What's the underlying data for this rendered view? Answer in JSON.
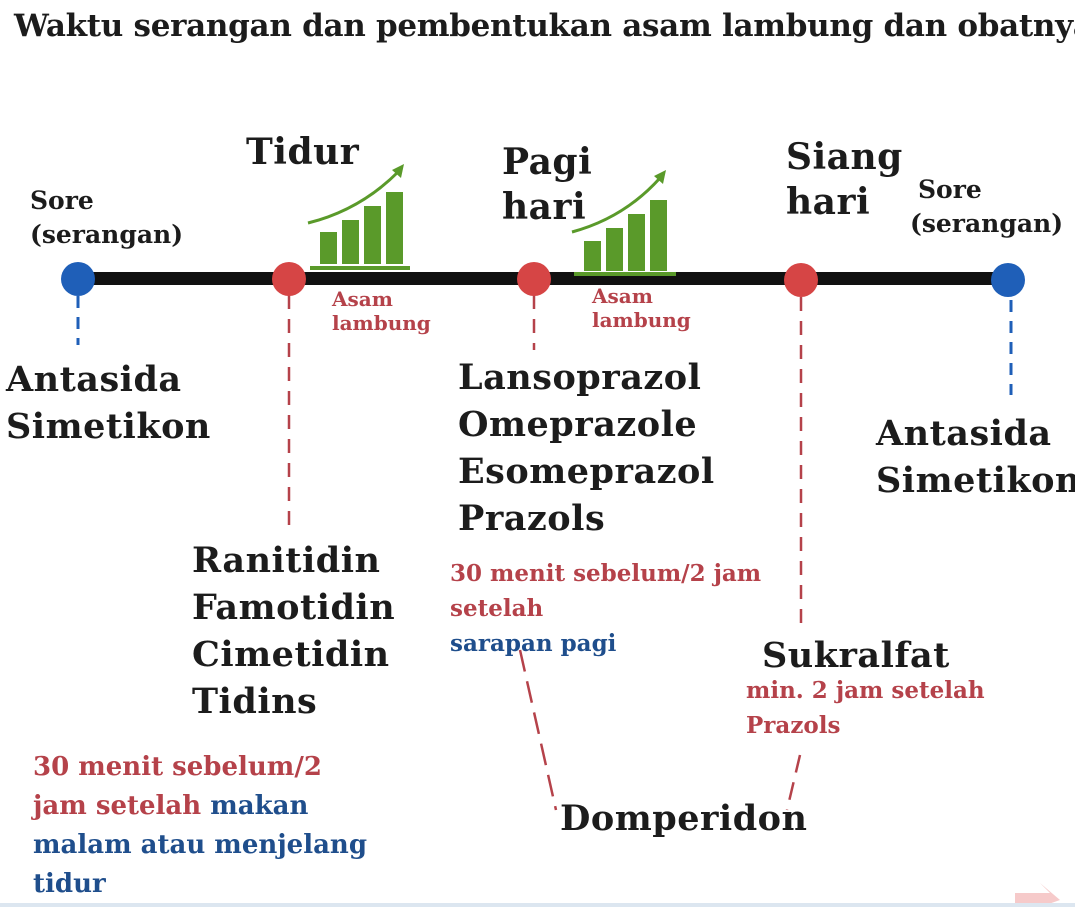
{
  "title": "Waktu serangan dan pembentukan asam lambung dan obatnya",
  "timeline": {
    "points": [
      {
        "label_line1": "Sore",
        "label_line2": "(serangan)",
        "color": "#1f5fb8"
      },
      {
        "label_line1": "Tidur",
        "label_line2": "",
        "color": "#d64545"
      },
      {
        "label_line1": "Pagi",
        "label_line2": "hari",
        "color": "#d64545"
      },
      {
        "label_line1": "Siang",
        "label_line2": "hari",
        "color": "#d64545"
      },
      {
        "label_line1": "Sore",
        "label_line2": "(serangan)",
        "color": "#1f5fb8"
      }
    ],
    "acid_label_line1": "Asam",
    "acid_label_line2": "lambung"
  },
  "groups": {
    "antacid_left": [
      "Antasida",
      "Simetikon"
    ],
    "antacid_right": [
      "Antasida",
      "Simetikon"
    ],
    "h2_blockers": [
      "Ranitidin",
      "Famotidin",
      "Cimetidin",
      "Tidins"
    ],
    "ppi": [
      "Lansoprazol",
      "Omeprazole",
      "Esomeprazol",
      "Prazols"
    ],
    "sucralfate": "Sukralfat",
    "domperidone": "Domperidon"
  },
  "notes": {
    "h2": {
      "line1": "30 menit sebelum/2",
      "line2_red": "jam setelah",
      "line2_blue": "makan",
      "line3": "malam atau menjelang",
      "line4": "tidur"
    },
    "ppi": {
      "line1": "30 menit sebelum/2 jam",
      "line2": "setelah",
      "line3": "sarapan pagi"
    },
    "sucralfate": {
      "line1": "min. 2 jam setelah",
      "line2": "Prazols"
    }
  },
  "colors": {
    "red": "#b5424a",
    "blue": "#1f4e8c",
    "green": "#5a9a2a",
    "timeline": "#111111"
  }
}
